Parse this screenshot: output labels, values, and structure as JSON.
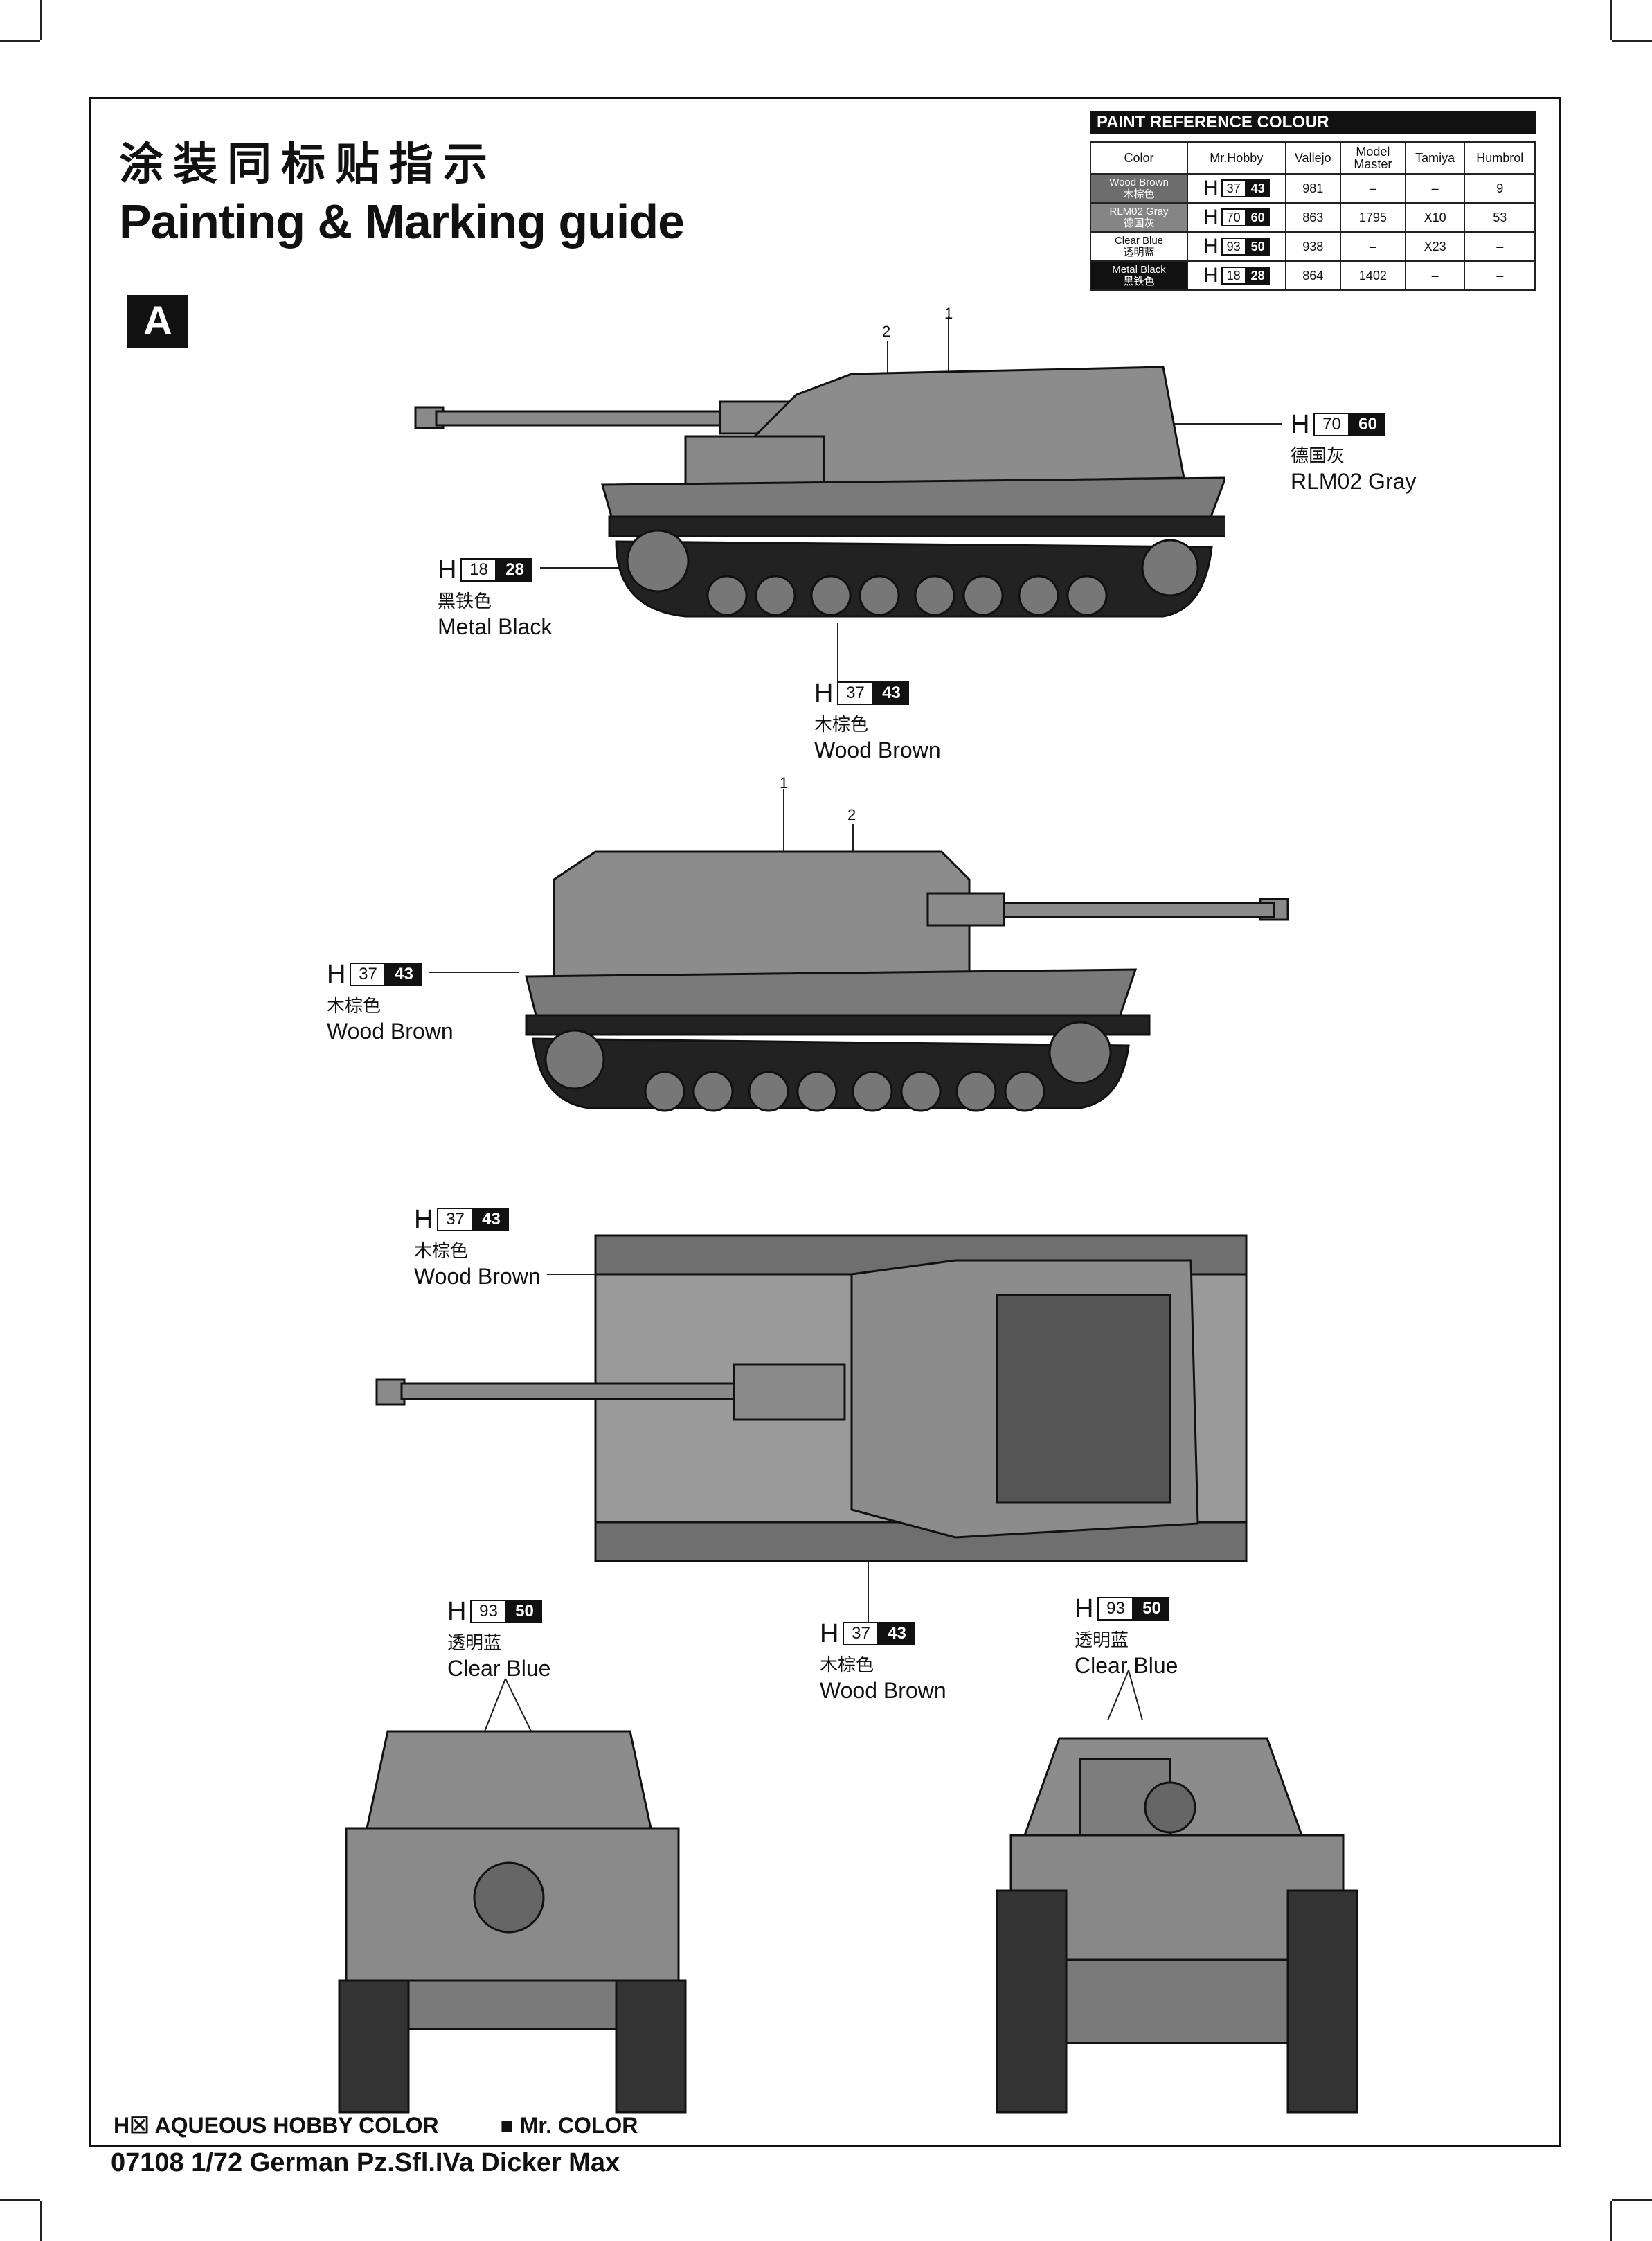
{
  "header": {
    "title_cn": "涂装同标贴指示",
    "title_en": "Painting & Marking guide",
    "scheme": "A"
  },
  "paint_table": {
    "caption": "PAINT  REFERENCE COLOUR",
    "columns": [
      "Color",
      "Mr.Hobby",
      "Vallejo",
      "Model Master",
      "Tamiya",
      "Humbrol"
    ],
    "rows": [
      {
        "name_en": "Wood Brown",
        "name_cn": "木棕色",
        "h": "37",
        "mr": "43",
        "vallejo": "981",
        "model_master": "–",
        "tamiya": "–",
        "humbrol": "9",
        "bg": "#6d6d6d"
      },
      {
        "name_en": "RLM02 Gray",
        "name_cn": "德国灰",
        "h": "70",
        "mr": "60",
        "vallejo": "863",
        "model_master": "1795",
        "tamiya": "X10",
        "humbrol": "53",
        "bg": "#858585"
      },
      {
        "name_en": "Clear Blue",
        "name_cn": "透明蓝",
        "h": "93",
        "mr": "50",
        "vallejo": "938",
        "model_master": "–",
        "tamiya": "X23",
        "humbrol": "–",
        "bg": "#ffffff"
      },
      {
        "name_en": "Metal  Black",
        "name_cn": "黑铁色",
        "h": "18",
        "mr": "28",
        "vallejo": "864",
        "model_master": "1402",
        "tamiya": "–",
        "humbrol": "–",
        "bg": "#111111"
      }
    ]
  },
  "callouts": {
    "rlm02": {
      "h": "70",
      "mr": "60",
      "cn": "德国灰",
      "en": "RLM02 Gray"
    },
    "metal_black": {
      "h": "18",
      "mr": "28",
      "cn": "黑铁色",
      "en": "Metal  Black"
    },
    "wood_brown_1": {
      "h": "37",
      "mr": "43",
      "cn": "木棕色",
      "en": "Wood Brown"
    },
    "wood_brown_2": {
      "h": "37",
      "mr": "43",
      "cn": "木棕色",
      "en": "Wood Brown"
    },
    "wood_brown_3": {
      "h": "37",
      "mr": "43",
      "cn": "木棕色",
      "en": "Wood Brown"
    },
    "wood_brown_4": {
      "h": "37",
      "mr": "43",
      "cn": "木棕色",
      "en": "Wood Brown"
    },
    "clear_blue_1": {
      "h": "93",
      "mr": "50",
      "cn": "透明蓝",
      "en": "Clear Blue"
    },
    "clear_blue_2": {
      "h": "93",
      "mr": "50",
      "cn": "透明蓝",
      "en": "Clear Blue"
    }
  },
  "markers": {
    "one": "1",
    "two": "2",
    "h_prefix": "H"
  },
  "footer": {
    "legend_h": "H☒ AQUEOUS HOBBY COLOR",
    "legend_mr": "■  Mr. COLOR",
    "model": "07108  1/72 German Pz.Sfl.IVa Dicker Max"
  }
}
